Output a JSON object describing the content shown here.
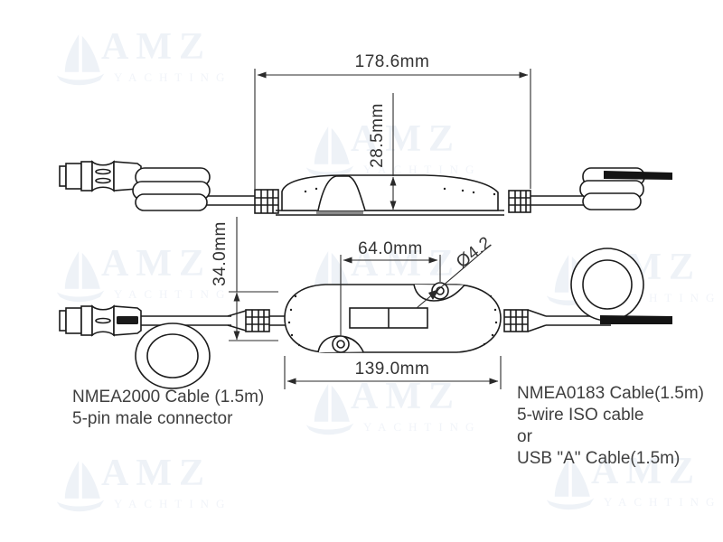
{
  "drawing": {
    "dimensions": {
      "overall_length": "178.6mm",
      "body_height": "28.5mm",
      "hole_spacing": "64.0mm",
      "hole_diameter": "Ø4.2",
      "body_width": "34.0mm",
      "body_length": "139.0mm"
    },
    "captions": {
      "left": [
        "NMEA2000 Cable (1.5m)",
        "5-pin male connector"
      ],
      "right": [
        "NMEA0183 Cable(1.5m)",
        "5-wire ISO cable",
        "or",
        "USB \"A\" Cable(1.5m)"
      ]
    }
  },
  "watermark": {
    "brand": "AMZ",
    "subtitle": "YACHTING"
  },
  "colors": {
    "line": "#1c1c1c",
    "dim_line": "#2a2a2a",
    "text": "#3f3f3f",
    "watermark": "#eef2f7"
  }
}
